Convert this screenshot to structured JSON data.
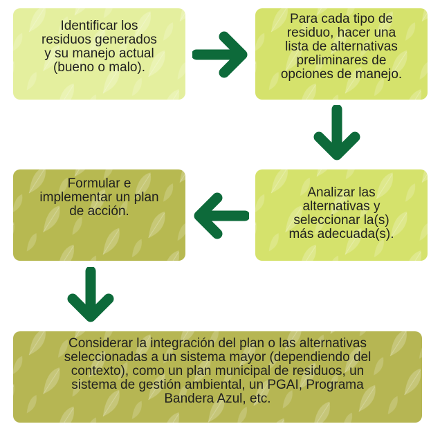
{
  "steps": [
    {
      "id": "step1",
      "text": "Identificar los\nresiduos generados\ny su manejo actual\n(bueno o malo)."
    },
    {
      "id": "step2",
      "text": "Para cada tipo de\nresiduo, hacer una\nlista de alternativas\npreliminares de\nopciones de manejo."
    },
    {
      "id": "step3",
      "text": "Analizar las\nalternativas y\nseleccionar la(s)\nmás adecuada(s)."
    },
    {
      "id": "step4",
      "text": "Formular e\nimplementar un plan\nde acción."
    },
    {
      "id": "step5",
      "text": "Considerar la integración del plan o las alternativas\nseleccionadas a un sistema mayor (dependiendo del\ncontexto), como un plan municipal de residuos, un\nsistema de gestión ambiental, un PGAI, Programa\nBandera Azul, etc."
    }
  ],
  "colors": {
    "box_light": "#e4ef9e",
    "box_mid": "#d5e26c",
    "box_dark": "#b7b951",
    "arrow": "#0d6a3a",
    "text": "#1f1f1f"
  },
  "arrows": [
    {
      "from": "step1",
      "to": "step2",
      "direction": "right"
    },
    {
      "from": "step2",
      "to": "step3",
      "direction": "down"
    },
    {
      "from": "step3",
      "to": "step4",
      "direction": "left"
    },
    {
      "from": "step4",
      "to": "step5",
      "direction": "down"
    }
  ]
}
